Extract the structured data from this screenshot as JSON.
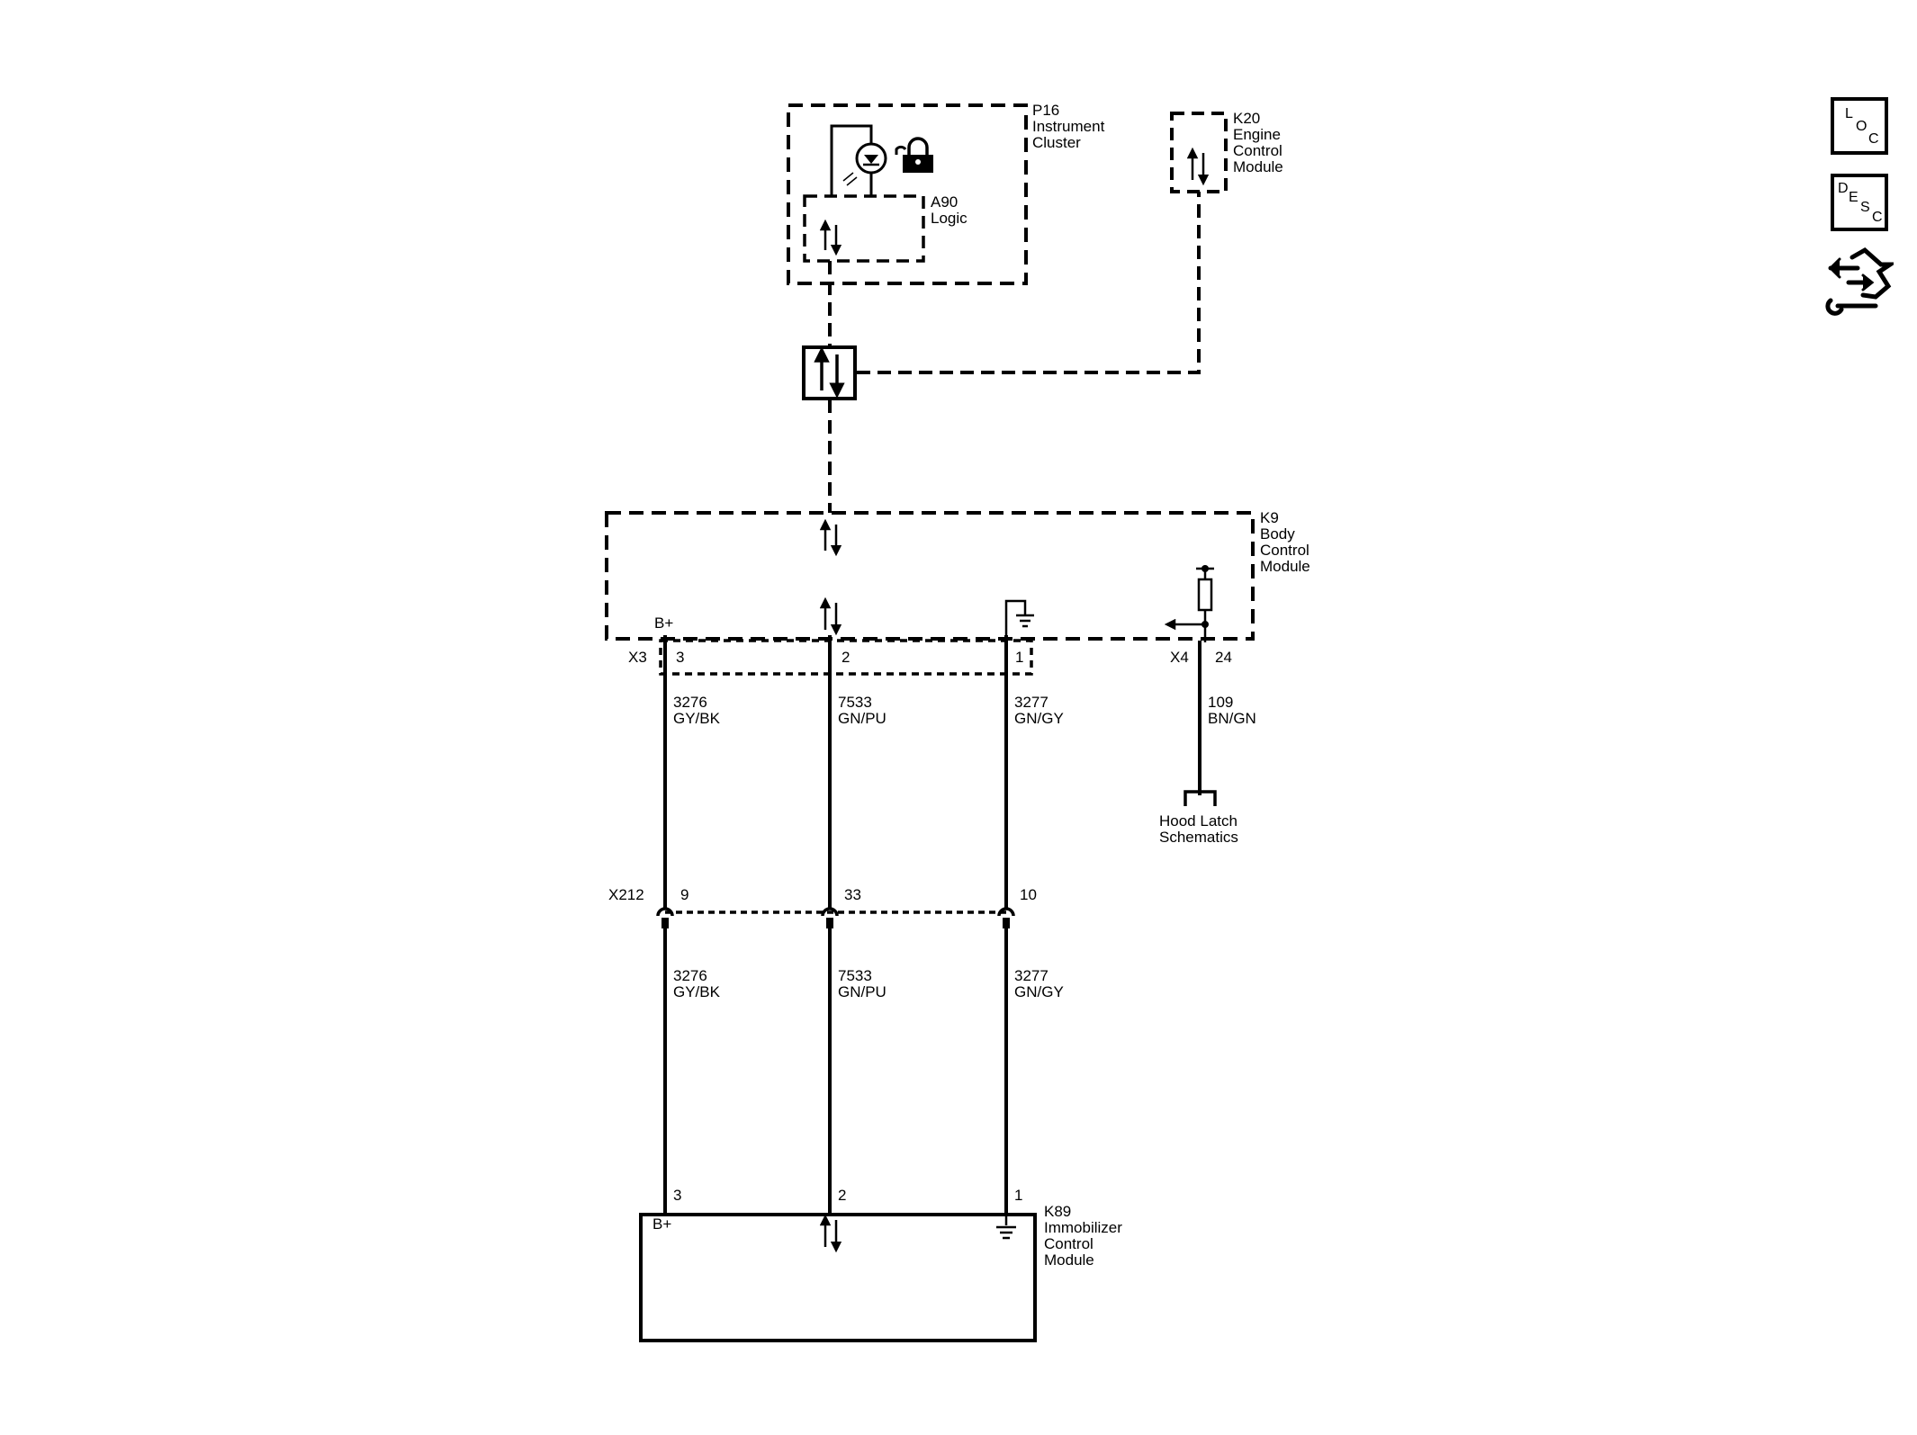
{
  "components": {
    "p16": {
      "ref": "P16",
      "line1": "Instrument",
      "line2": "Cluster"
    },
    "a90": {
      "ref": "A90",
      "line1": "Logic"
    },
    "k20": {
      "ref": "K20",
      "line1": "Engine",
      "line2": "Control",
      "line3": "Module"
    },
    "k9": {
      "ref": "K9",
      "line1": "Body",
      "line2": "Control",
      "line3": "Module"
    },
    "k89": {
      "ref": "K89",
      "line1": "Immobilizer",
      "line2": "Control",
      "line3": "Module"
    }
  },
  "connectors": {
    "x3": {
      "name": "X3",
      "pins": [
        "3",
        "2",
        "1"
      ]
    },
    "x4": {
      "name": "X4",
      "pin": "24"
    },
    "x212": {
      "name": "X212",
      "pins": [
        "9",
        "33",
        "10"
      ]
    },
    "k89_pins": [
      "3",
      "2",
      "1"
    ]
  },
  "power_labels": {
    "k9_bplus": "B+",
    "k89_bplus": "B+"
  },
  "wires_upper": [
    {
      "circuit": "3276",
      "color": "GY/BK"
    },
    {
      "circuit": "7533",
      "color": "GN/PU"
    },
    {
      "circuit": "3277",
      "color": "GN/GY"
    }
  ],
  "wires_lower": [
    {
      "circuit": "3276",
      "color": "GY/BK"
    },
    {
      "circuit": "7533",
      "color": "GN/PU"
    },
    {
      "circuit": "3277",
      "color": "GN/GY"
    }
  ],
  "hood_wire": {
    "circuit": "109",
    "color": "BN/GN"
  },
  "hood_ref": {
    "line1": "Hood Latch",
    "line2": "Schematics"
  },
  "side_buttons": {
    "loc": {
      "l1": "L",
      "l2": "O",
      "l3": "C",
      "icon": "location-icon"
    },
    "desc": {
      "l1": "D",
      "l2": "E",
      "l3": "S",
      "l4": "C",
      "icon": "description-icon"
    },
    "tools": {
      "icon": "connector-wrench-icon"
    }
  }
}
